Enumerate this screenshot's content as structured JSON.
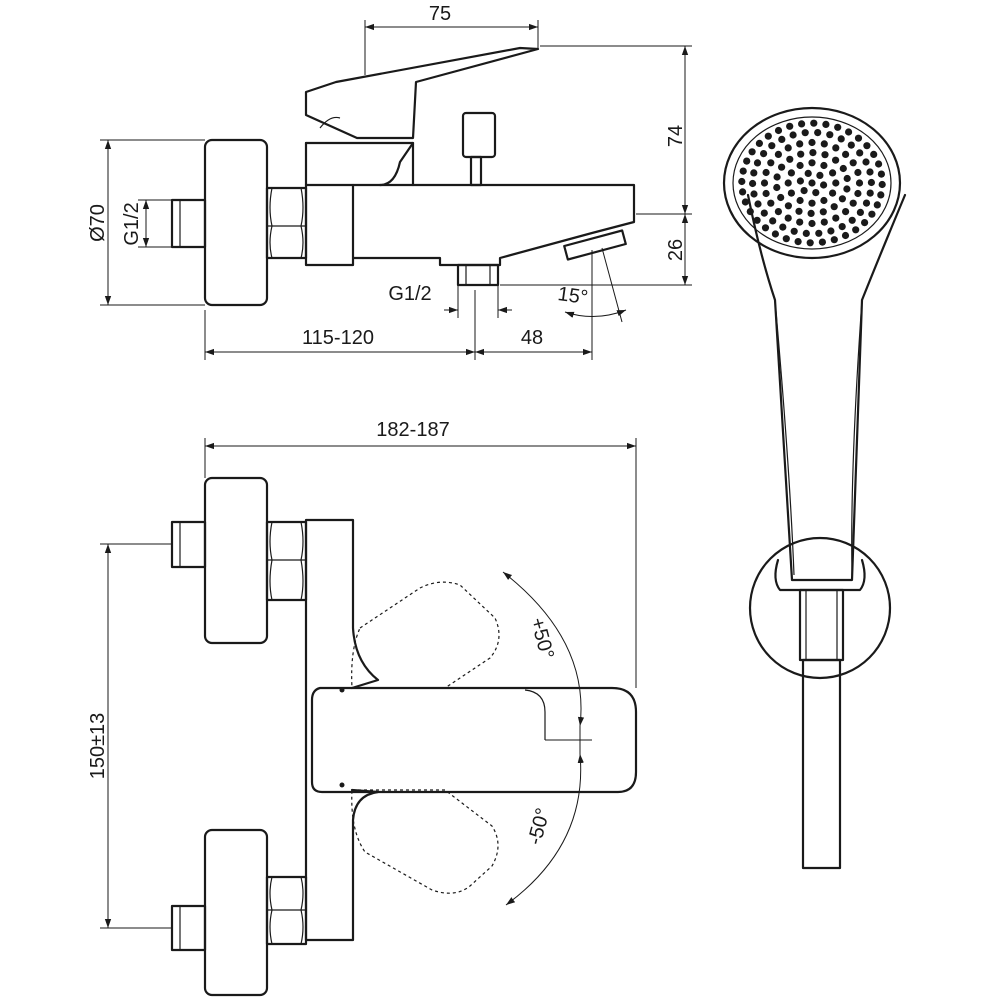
{
  "dimensions": {
    "width_75": "75",
    "height_74": "74",
    "height_26": "26",
    "diameter_70": "Ø70",
    "thread_inlet": "G1/2",
    "thread_outlet": "G1/2",
    "angle_15": "15°",
    "width_115_120": "115-120",
    "width_48": "48",
    "width_182_187": "182-187",
    "height_150": "150±13",
    "angle_plus_50": "+50°",
    "angle_minus_50": "-50°"
  }
}
